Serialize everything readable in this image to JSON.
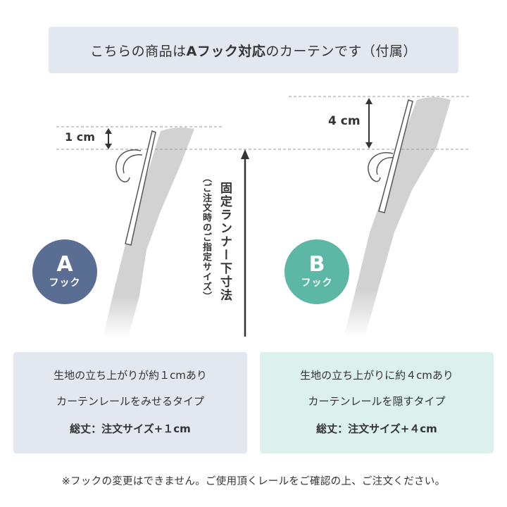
{
  "banner": {
    "prefix": "こちらの商品は",
    "highlight": "Aフック対応",
    "suffix": "のカーテンです（付属）"
  },
  "hook_a": {
    "letter": "A",
    "word": "フック",
    "measurement": "1 cm",
    "color": "#5a6e94",
    "box_color": "#e2e7f0",
    "desc_line1": "生地の立ち上がりが約１cmあり",
    "desc_line2": "カーテンレールをみせるタイプ",
    "total": "総丈：注文サイズ+１cm"
  },
  "hook_b": {
    "letter": "B",
    "word": "フック",
    "measurement": "4 cm",
    "color": "#5cb8a5",
    "box_color": "#dcf1ec",
    "desc_line1": "生地の立ち上がりに約４cmあり",
    "desc_line2": "カーテンレールを隠すタイプ",
    "total": "総丈：注文サイズ+４cm"
  },
  "runner": {
    "label": "固定ランナー下寸法",
    "sub_label": "（ご注文時のご指定サイズ）"
  },
  "footnote": "※フックの変更はできません。ご使用頂くレールをご確認の上、ご注文ください。",
  "colors": {
    "fabric": "#d2d2d2",
    "dashed_line": "#999999",
    "arrow": "#333333"
  }
}
